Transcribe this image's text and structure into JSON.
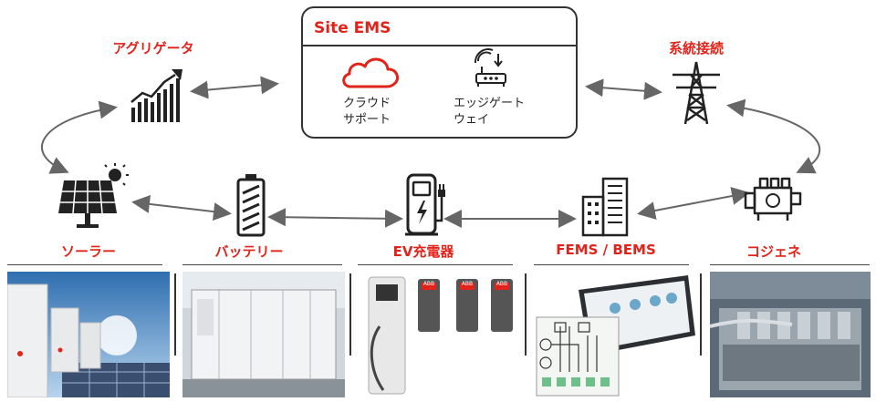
{
  "site_ems": {
    "title": "Site EMS",
    "cloud_label_1": "クラウド",
    "cloud_label_2": "サポート",
    "gateway_label_1": "エッジゲート",
    "gateway_label_2": "ウェイ"
  },
  "nodes": {
    "aggregator": "アグリゲータ",
    "grid": "系統接続",
    "solar": "ソーラー",
    "battery": "バッテリー",
    "ev": "EV充電器",
    "fems": "FEMS / BEMS",
    "cogen": "コジェネ"
  },
  "photo_badges": [
    "ABB",
    "ABB",
    "ABB"
  ],
  "colors": {
    "accent": "#e2231a",
    "line": "#333333",
    "arrow": "#666666"
  },
  "icons": [
    "cloud-icon",
    "router-icon",
    "trend-chart-icon",
    "transmission-tower-icon",
    "solar-panel-icon",
    "battery-icon",
    "ev-charger-icon",
    "building-icon",
    "engine-icon"
  ]
}
